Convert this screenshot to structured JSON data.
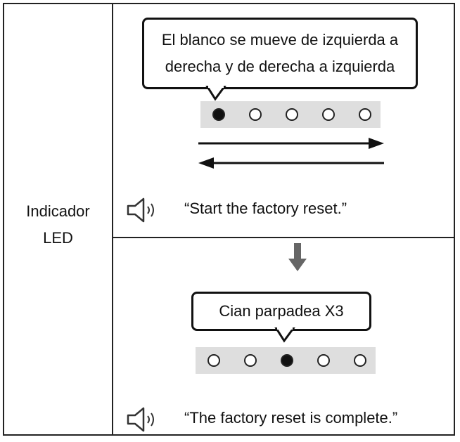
{
  "row_label": {
    "line1": "Indicador",
    "line2": "LED"
  },
  "step1": {
    "bubble_line1": "El blanco se mueve de izquierda a",
    "bubble_line2": "derecha y de derecha a izquierda",
    "leds": [
      true,
      false,
      false,
      false,
      false
    ],
    "voice": "“Start the factory reset.”"
  },
  "step2": {
    "bubble": "Cian parpadea X3",
    "leds": [
      false,
      false,
      true,
      false,
      false
    ],
    "voice": "“The factory reset is complete.”"
  },
  "icons": [
    "speaker-icon",
    "arrow-right-icon",
    "arrow-left-icon",
    "arrow-down-icon"
  ]
}
